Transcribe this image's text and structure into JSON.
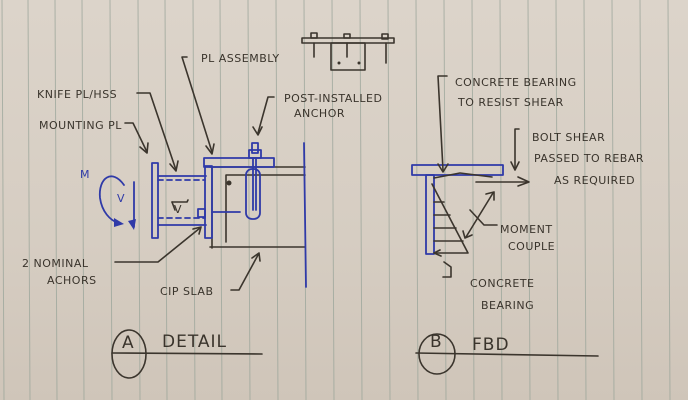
{
  "sketch": {
    "paper": {
      "background": "#d8cfc5",
      "rule_color": "#9aa59a",
      "ink_black": "#3b352d",
      "ink_blue": "#2f3aa8"
    },
    "detail_a": {
      "callouts": {
        "plate_assembly": "PL ASSEMBLY",
        "knife_plate": "KNIFE PL/HSS",
        "mounting_plate": "MOUNTING PL",
        "post_installed_1": "POST-INSTALLED",
        "post_installed_2": "ANCHOR",
        "nominal_anchors_1": "2 NOMINAL",
        "nominal_anchors_2": "ACHORS",
        "cip_slab": "CIP SLAB"
      },
      "load_labels": {
        "moment": "M",
        "shear": "V",
        "shear_inner": "V"
      },
      "tag_letter": "A",
      "title": "DETAIL"
    },
    "detail_b": {
      "callouts": {
        "concrete_bearing_shear_1": "CONCRETE BEARING",
        "concrete_bearing_shear_2": "TO RESIST SHEAR",
        "bolt_shear_1": "BOLT SHEAR",
        "bolt_shear_2": "PASSED TO REBAR",
        "bolt_shear_3": "AS REQUIRED",
        "moment_couple_1": "MOMENT",
        "moment_couple_2": "COUPLE",
        "concrete_bearing_1": "CONCRETE",
        "concrete_bearing_2": "BEARING"
      },
      "tag_letter": "B",
      "title": "FBD"
    }
  }
}
